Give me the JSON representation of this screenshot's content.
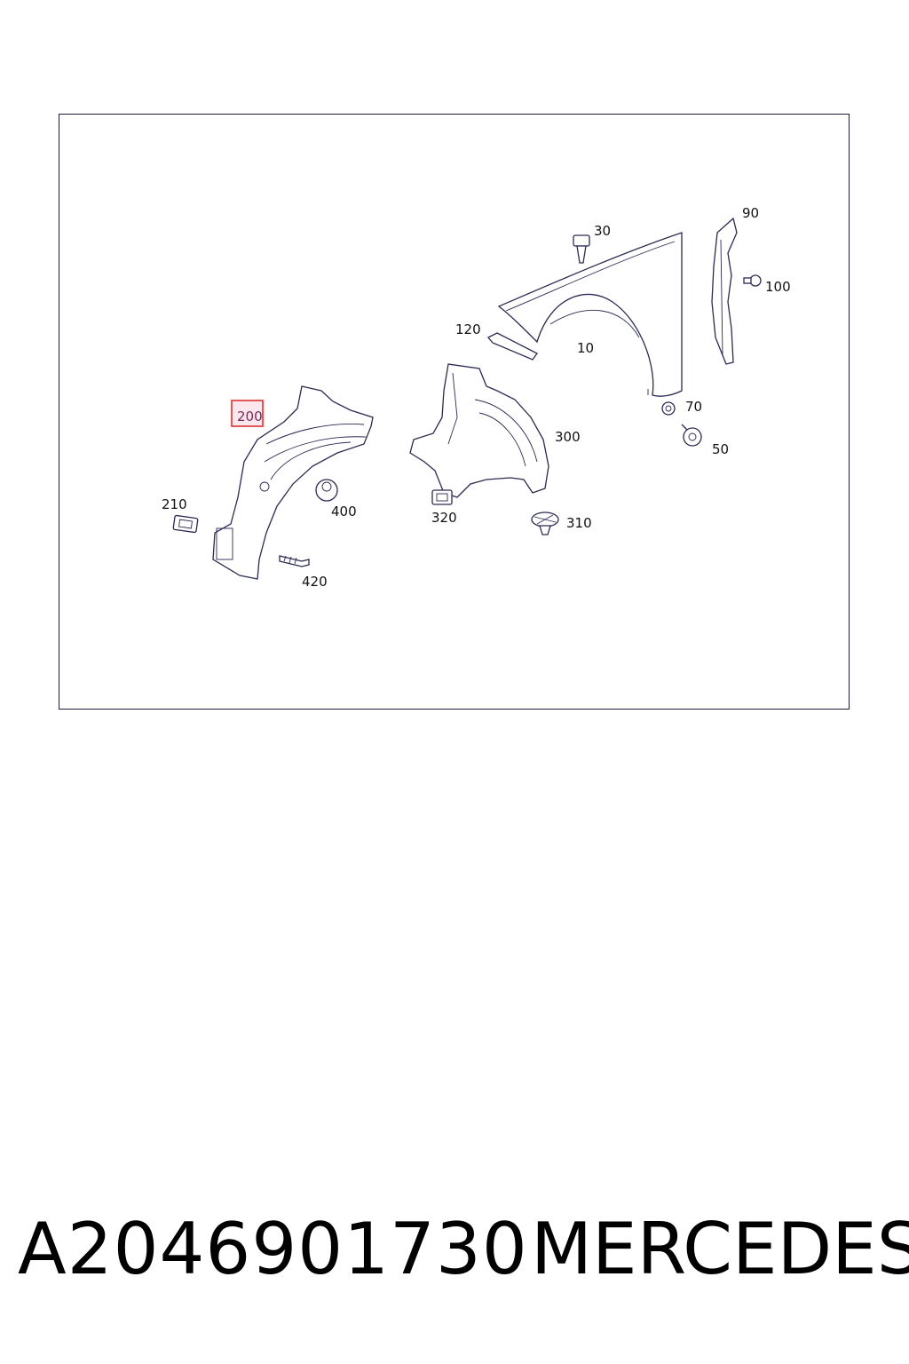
{
  "diagram": {
    "callouts": {
      "p10": "10",
      "p30": "30",
      "p50": "50",
      "p70": "70",
      "p90": "90",
      "p100": "100",
      "p120": "120",
      "p200": "200",
      "p210": "210",
      "p300": "300",
      "p310": "310",
      "p320": "320",
      "p400": "400",
      "p420": "420"
    },
    "highlighted_callout": "200",
    "highlight_color": "#e03030"
  },
  "footer": {
    "part_number": "A2046901730",
    "brand": "MERCEDES"
  }
}
